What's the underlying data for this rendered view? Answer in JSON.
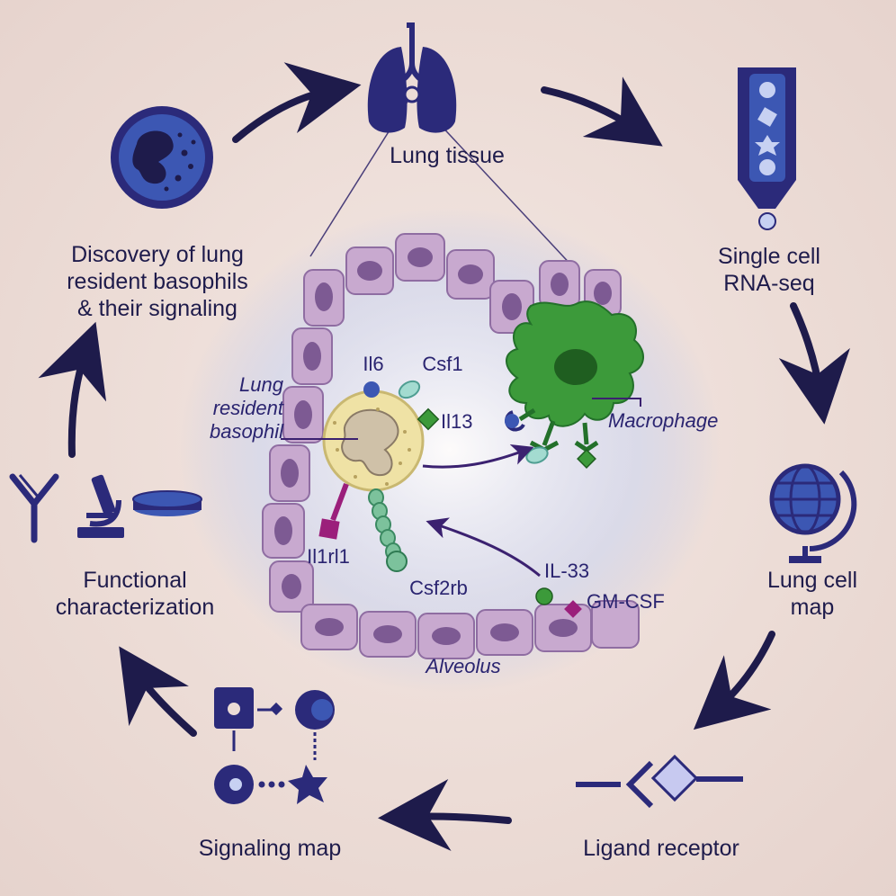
{
  "colors": {
    "navy": "#2b2a7a",
    "navy_dark": "#1e1b4b",
    "background": "#ecdcd6",
    "cell_wall": "#c8a9cf",
    "nucleus": "#7d5a93",
    "basophil": "#efe2a5",
    "macrophage": "#3c9a3a",
    "receptor_teal": "#5fb5a5",
    "receptor_magenta": "#9b1f7b",
    "accent_blue": "#3c57b3"
  },
  "cycle": {
    "lung_tissue": "Lung tissue",
    "single_cell_rnaseq": [
      "Single cell",
      "RNA-seq"
    ],
    "lung_cell_map": [
      "Lung cell",
      "map"
    ],
    "ligand_receptor": "Ligand receptor",
    "signaling_map": "Signaling map",
    "functional_characterization": [
      "Functional",
      "characterization"
    ],
    "discovery": [
      "Discovery of lung",
      "resident basophils",
      "& their signaling"
    ]
  },
  "center": {
    "basophil_label": [
      "Lung",
      "resident",
      "basophil"
    ],
    "macrophage_label": "Macrophage",
    "alveolus_label": "Alveolus",
    "molecules": {
      "il6": "Il6",
      "csf1": "Csf1",
      "il13": "Il13",
      "il1rl1": "Il1rl1",
      "csf2rb": "Csf2rb",
      "il33": "IL-33",
      "gmcsf": "GM-CSF"
    }
  },
  "icons": [
    "lung-icon",
    "single-cell-tube-icon",
    "globe-icon",
    "ligand-receptor-icon",
    "signaling-map-icon",
    "antibody-icon",
    "microscope-icon",
    "petri-dish-icon",
    "basophil-cell-icon"
  ]
}
